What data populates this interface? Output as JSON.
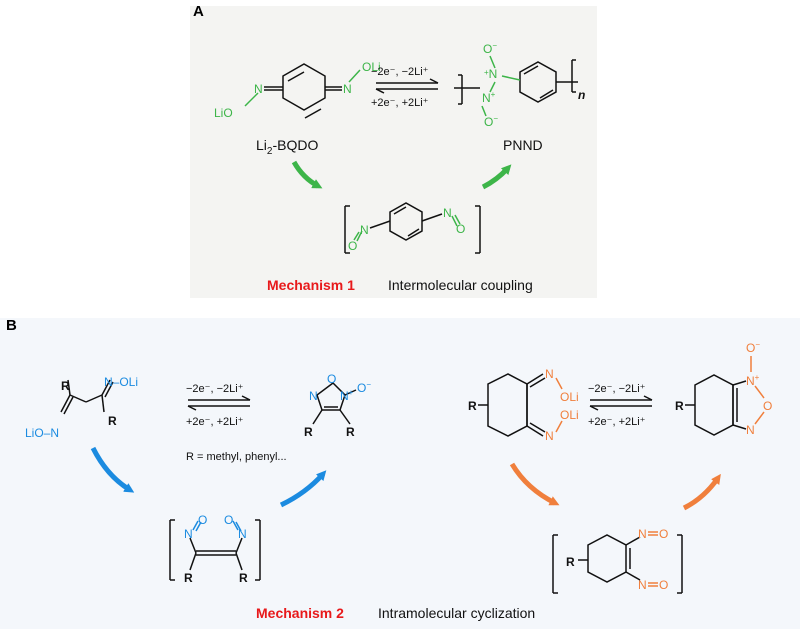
{
  "panel_a": {
    "letter": "A",
    "reactant_name_main": "Li",
    "reactant_name_sub": "2",
    "reactant_name_rest": "-BQDO",
    "product_name": "PNND",
    "conditions_forward": "−2e⁻, −2Li⁺",
    "conditions_reverse": "+2e⁻, +2Li⁺",
    "polymer_subscript": "n",
    "mechanism_label": "Mechanism 1",
    "mechanism_text": "Intermolecular coupling",
    "atom_oli": "OLi",
    "atom_lio": "LiO",
    "atom_n": "N",
    "atom_o": "O"
  },
  "panel_b": {
    "letter": "B",
    "conditions_forward": "−2e⁻, −2Li⁺",
    "conditions_reverse": "+2e⁻, +2Li⁺",
    "r_definition": "R = methyl, phenyl...",
    "mechanism_label": "Mechanism 2",
    "mechanism_text": "Intramolecular cyclization",
    "atom_r": "R",
    "atom_n_oli": "N–OLi",
    "atom_lio_n": "LiO–N",
    "atom_oli": "OLi",
    "atom_n": "N",
    "atom_o": "O"
  },
  "colors": {
    "panel_a_bg": "#f4f4f2",
    "panel_b_bg": "#f4f7fb",
    "green": "#3db549",
    "blue": "#1b8be0",
    "orange": "#f07f3c",
    "red": "#e8191b"
  }
}
